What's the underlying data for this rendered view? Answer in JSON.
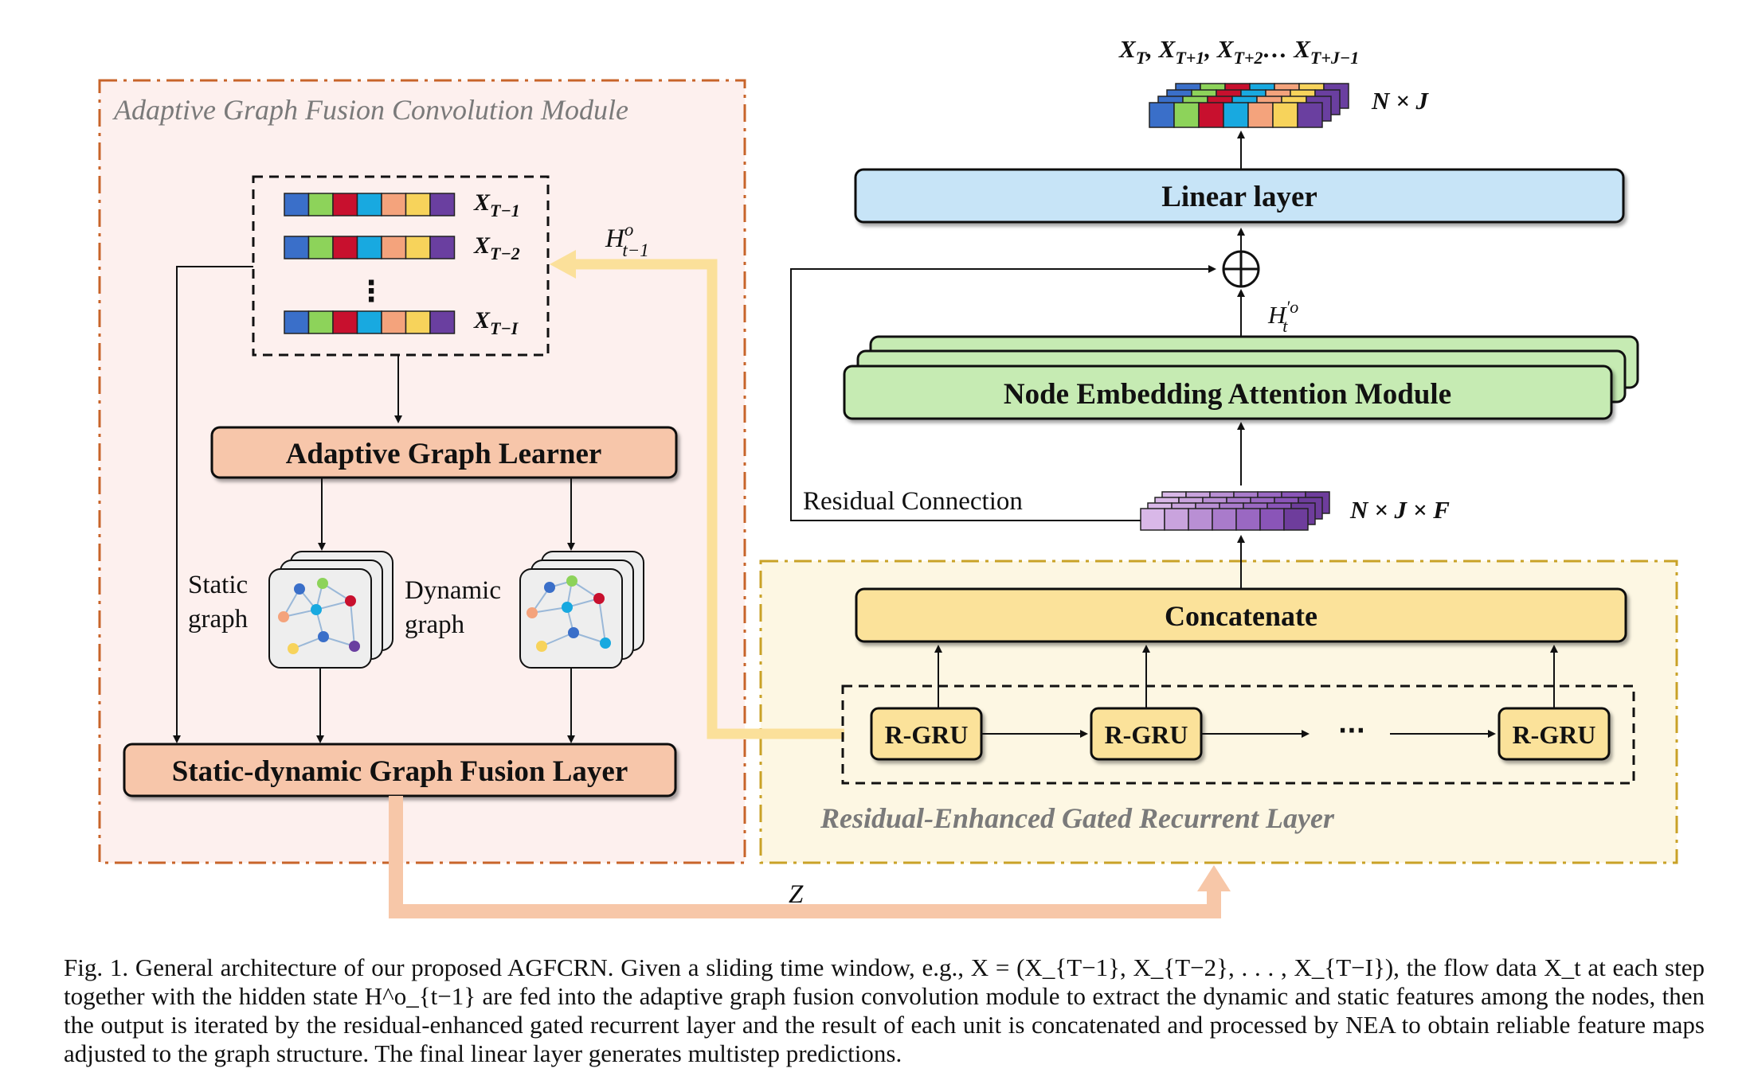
{
  "modules": {
    "agfc_title": "Adaptive Graph Fusion Convolution Module",
    "regr_title": "Residual-Enhanced Gated Recurrent Layer"
  },
  "inputs": {
    "rows": [
      "X_{T−1}",
      "X_{T−2}",
      "X_{T−I}"
    ],
    "row1": "X",
    "row1_sub": "T−1",
    "row2": "X",
    "row2_sub": "T−2",
    "row3": "X",
    "row3_sub": "T−I",
    "ellipsis": "⋮",
    "cell_colors": [
      "#3a6fc9",
      "#8dd35a",
      "#c8102e",
      "#18a9e0",
      "#f4a37c",
      "#f7d35b",
      "#6a3fa0"
    ]
  },
  "boxes": {
    "adaptive_graph_learner": "Adaptive Graph Learner",
    "fusion_layer": "Static-dynamic Graph Fusion Layer",
    "linear_layer": "Linear layer",
    "nea_module": "Node Embedding Attention Module",
    "concatenate": "Concatenate",
    "rgru_1": "R-GRU",
    "rgru_2": "R-GRU",
    "rgru_3": "R-GRU",
    "rgru_dots": "···"
  },
  "graph_labels": {
    "static_line1": "Static",
    "static_line2": "graph",
    "dynamic_line1": "Dynamic",
    "dynamic_line2": "graph"
  },
  "annotations": {
    "hidden_state": "H",
    "hidden_state_sup": "o",
    "hidden_state_sub": "t−1",
    "h_prime": "H",
    "h_prime_sup": "′o",
    "h_prime_sub": "t",
    "residual": "Residual Connection",
    "z": "Z",
    "nxjxf": "N × J × F",
    "nxj": "N × J",
    "output_seq": "X",
    "output_seq_full": "X_T, X_{T+1}, X_{T+2}… X_{T+J−1}",
    "out_s1": "T",
    "out_p2": ", X",
    "out_s2": "T+1",
    "out_p3": ", X",
    "out_s3": "T+2",
    "out_p4": "… X",
    "out_s4": "T+J−1"
  },
  "colors": {
    "agfc_fill": "#fdf0ee",
    "agfc_border": "#c8642a",
    "regr_fill": "#fdf7e3",
    "regr_border": "#c9a227",
    "peach_box": "#f7c6aa",
    "blue_box": "#c7e4f7",
    "green_box": "#c6ebb3",
    "yellow_box": "#fbe29a",
    "h_arrow": "#fbe09a",
    "z_arrow": "#f7c7a8",
    "purple_cells": [
      "#d9b8e8",
      "#c9a3dd",
      "#b98fd4",
      "#a97bcb",
      "#9a68c2",
      "#8a55b8",
      "#6e3d9c"
    ]
  },
  "caption": {
    "text": "Fig. 1.    General architecture of our proposed AGFCRN. Given a sliding time window, e.g., X = (X_{T−1}, X_{T−2}, . . . , X_{T−I}), the flow data X_t at each step together with the hidden state H^o_{t−1} are fed into the adaptive graph fusion convolution module to extract the dynamic and static features among the nodes, then the output is iterated by the residual-enhanced gated recurrent layer and the result of each unit is concatenated and processed by NEA to obtain reliable feature maps adjusted to the graph structure. The final linear layer generates multistep predictions."
  }
}
